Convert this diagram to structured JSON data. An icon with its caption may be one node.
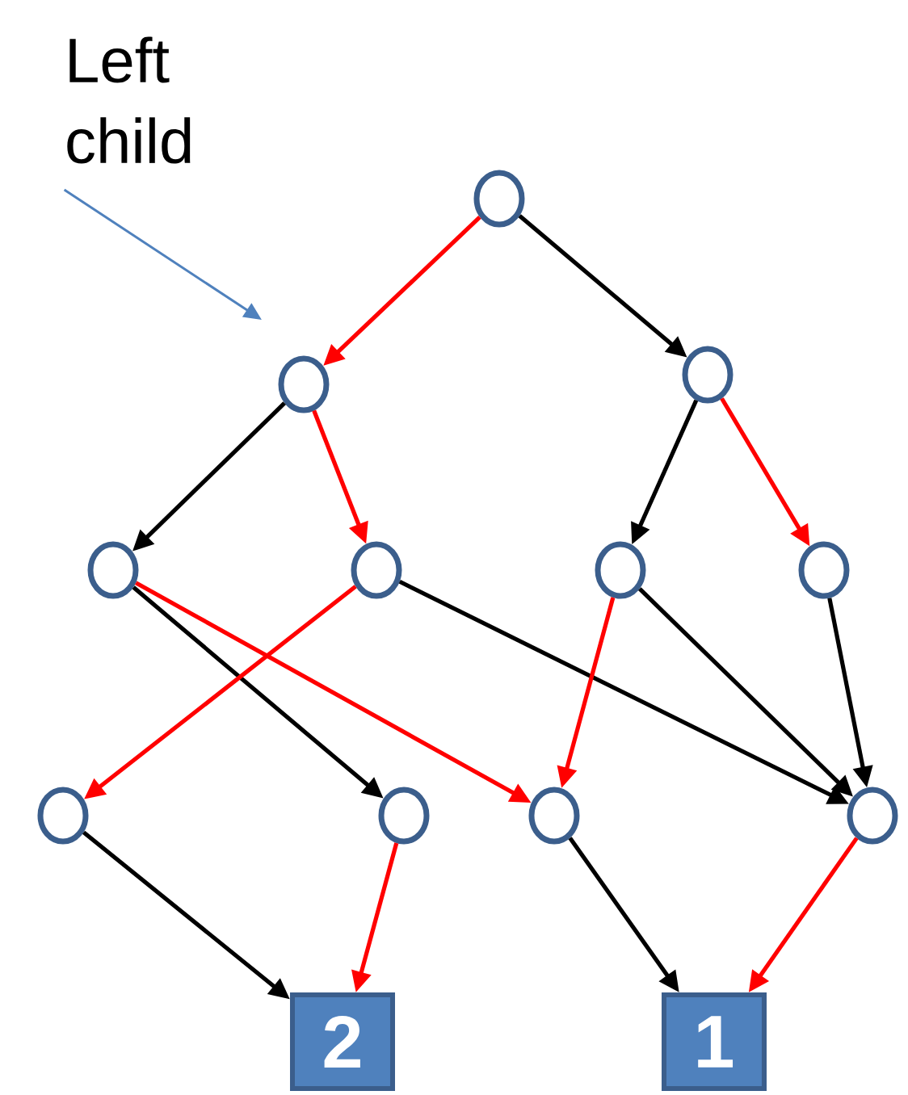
{
  "diagram": {
    "nodes": [
      {
        "text": [
          "Left child"
        ]
      },
      {
        "text": [],
        "shape": "circle"
      },
      {
        "text": [],
        "shape": "circle"
      },
      {
        "text": [],
        "shape": "circle"
      },
      {
        "text": [],
        "shape": "circle"
      },
      {
        "text": [],
        "shape": "circle"
      },
      {
        "text": [],
        "shape": "circle"
      },
      {
        "text": [],
        "shape": "circle"
      },
      {
        "text": [],
        "shape": "circle"
      },
      {
        "text": [],
        "shape": "circle"
      },
      {
        "text": [],
        "shape": "circle"
      },
      {
        "text": [],
        "shape": "circle"
      },
      {
        "text": [
          "2"
        ]
      },
      {
        "text": [
          "1"
        ]
      }
    ],
    "edges": [
      {
        "from": 0,
        "to": null,
        "arrow": "to",
        "color": "#4f81bd"
      },
      {
        "from": 1,
        "to": 2,
        "arrow": "to",
        "color": "#ff0000"
      },
      {
        "from": 1,
        "to": 3,
        "arrow": "to"
      },
      {
        "from": 2,
        "to": 4,
        "arrow": "to"
      },
      {
        "from": 2,
        "to": 5,
        "arrow": "to",
        "color": "#ff0000"
      },
      {
        "from": 3,
        "to": 6,
        "arrow": "to"
      },
      {
        "from": 3,
        "to": 7,
        "arrow": "to",
        "color": "#ff0000"
      },
      {
        "from": 4,
        "to": 10,
        "arrow": "to",
        "color": "#ff0000"
      },
      {
        "from": 4,
        "to": 9,
        "arrow": "to"
      },
      {
        "from": 5,
        "to": 8,
        "arrow": "to",
        "color": "#ff0000"
      },
      {
        "from": 5,
        "to": 11,
        "arrow": "to"
      },
      {
        "from": 6,
        "to": 10,
        "arrow": "to",
        "color": "#ff0000"
      },
      {
        "from": 6,
        "to": 11,
        "arrow": "to"
      },
      {
        "from": 7,
        "to": 11,
        "arrow": "to"
      },
      {
        "from": 8,
        "to": 12,
        "arrow": "to"
      },
      {
        "from": 9,
        "to": 12,
        "arrow": "to",
        "color": "#ff0000"
      },
      {
        "from": 10,
        "to": 13,
        "arrow": "to"
      },
      {
        "from": 11,
        "to": 13,
        "arrow": "to",
        "color": "#ff0000"
      }
    ]
  }
}
